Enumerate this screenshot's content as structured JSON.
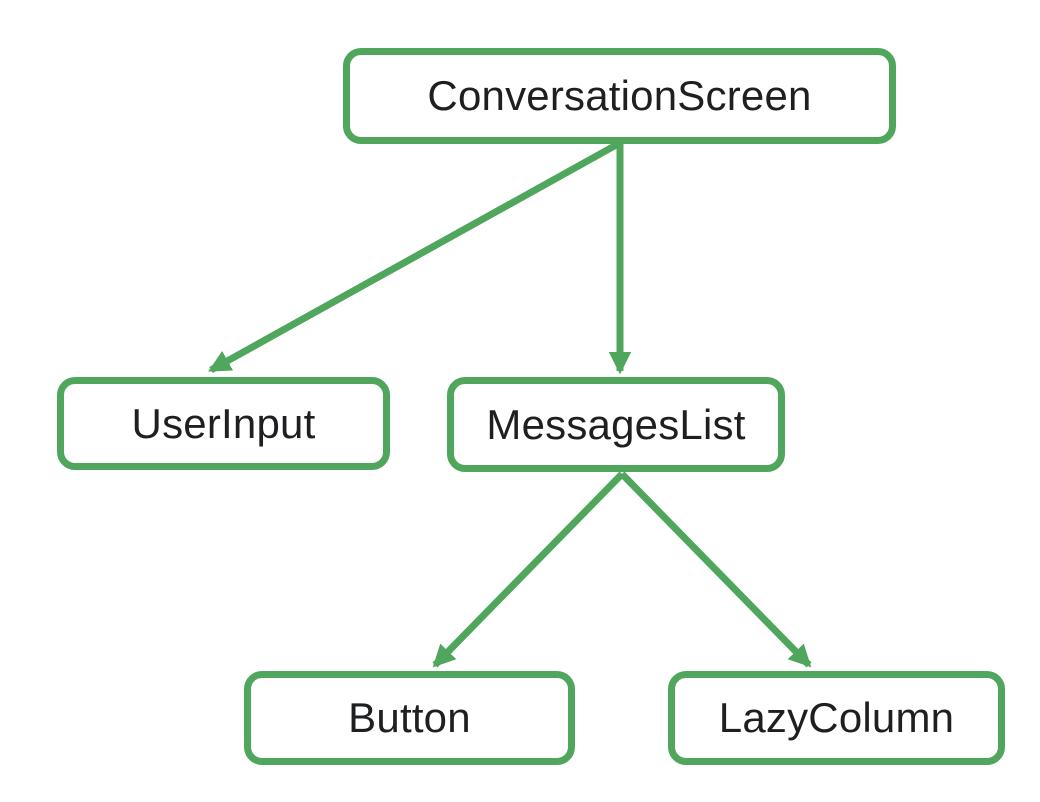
{
  "diagram": {
    "type": "component-tree",
    "accent_color": "#50a65c",
    "text_color": "#1e1f21",
    "nodes": [
      {
        "id": "conversation-screen",
        "label": "ConversationScreen"
      },
      {
        "id": "user-input",
        "label": "UserInput"
      },
      {
        "id": "messages-list",
        "label": "MessagesList"
      },
      {
        "id": "button",
        "label": "Button"
      },
      {
        "id": "lazy-column",
        "label": "LazyColumn"
      }
    ],
    "edges": [
      {
        "from": "conversation-screen",
        "to": "user-input"
      },
      {
        "from": "conversation-screen",
        "to": "messages-list"
      },
      {
        "from": "messages-list",
        "to": "button"
      },
      {
        "from": "messages-list",
        "to": "lazy-column"
      }
    ]
  }
}
